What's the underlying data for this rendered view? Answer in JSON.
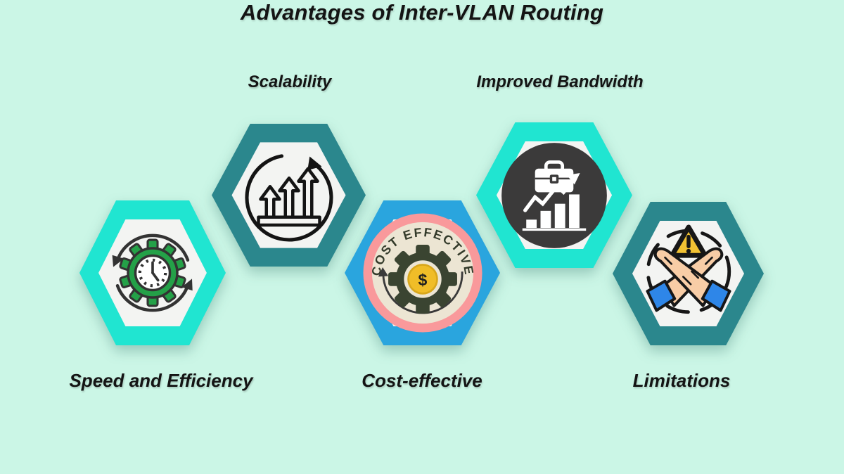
{
  "title": "Advantages of Inter-VLAN Routing",
  "colors": {
    "background_mint": "#cbf6e6",
    "cyan_hex": "#20e5d1",
    "teal_hex": "#2b878d",
    "blue_hex": "#2aa5de",
    "inner_hex": "#f3f4f2",
    "dark_circle": "#3b3a3a",
    "pink_ring": "#f9999b",
    "cream": "#ece5d3",
    "gear_olive": "#3a4431",
    "coin_yellow": "#f0bd28",
    "gear_green": "#24a148",
    "warning_yellow": "#f2c233",
    "sleeve_blue": "#2e86e8",
    "skin": "#f8cda6",
    "text_ink": "#141414"
  },
  "items": [
    {
      "id": "speed",
      "label": "Speed and Efficiency",
      "icon": "gear-clock-sync-icon",
      "label_position": "below"
    },
    {
      "id": "scalability",
      "label": "Scalability",
      "icon": "growth-arrows-cycle-icon",
      "label_position": "above"
    },
    {
      "id": "cost",
      "label": "Cost-effective",
      "icon": "cost-effective-badge-icon",
      "label_position": "below"
    },
    {
      "id": "bandwidth",
      "label": "Improved Bandwidth",
      "icon": "briefcase-growth-chart-icon",
      "label_position": "above"
    },
    {
      "id": "limitations",
      "label": "Limitations",
      "icon": "crossed-hands-warning-icon",
      "label_position": "below"
    }
  ],
  "cost_badge": {
    "arc_text": "COST EFFECTIVE",
    "currency_symbol": "$"
  }
}
